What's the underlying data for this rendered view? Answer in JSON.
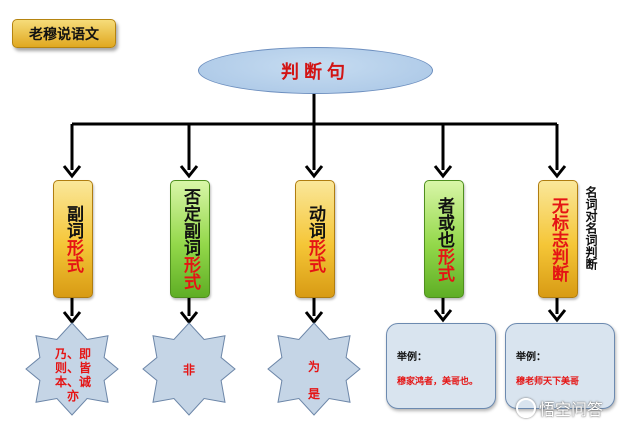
{
  "badge": "老穆说语文",
  "root": "判断句",
  "branches": [
    {
      "parts": [
        {
          "text": "副词",
          "color": "#111111"
        },
        {
          "text": "形式",
          "color": "#e51414"
        }
      ]
    },
    {
      "parts": [
        {
          "text": "否定副词",
          "color": "#111111"
        },
        {
          "text": "形式",
          "color": "#e51414"
        }
      ]
    },
    {
      "parts": [
        {
          "text": "动词",
          "color": "#111111"
        },
        {
          "text": "形式",
          "color": "#e51414"
        }
      ]
    },
    {
      "parts": [
        {
          "text": "者或也",
          "color": "#111111"
        },
        {
          "text": "形式",
          "color": "#e51414"
        }
      ]
    },
    {
      "parts": [
        {
          "text": "无标志判断",
          "color": "#e51414"
        }
      ]
    }
  ],
  "side_note": "名词对名词判断",
  "star1": {
    "line1": "乃、即",
    "line2": "则、皆",
    "line3": "本、诚",
    "line4": "亦"
  },
  "star2": "非",
  "star3": {
    "line1": "为",
    "line2": "是"
  },
  "examples": [
    {
      "label": "举例：",
      "text": "穆家鸿者，美哥也。"
    },
    {
      "label": "举例：",
      "text": "穆老师天下美哥"
    }
  ],
  "watermark": "悟空问答"
}
